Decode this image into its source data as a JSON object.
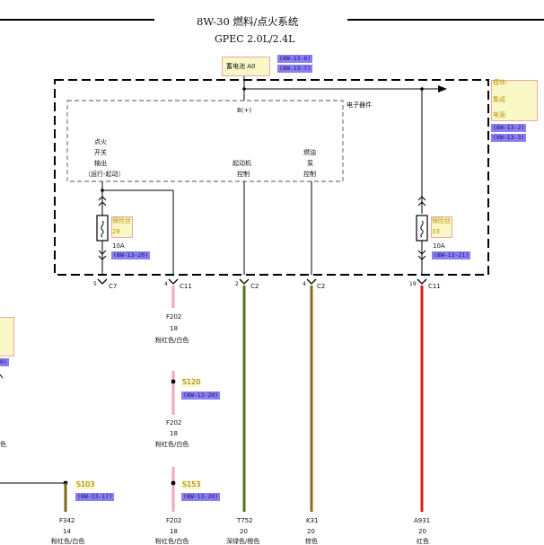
{
  "header": {
    "title": "8W-30 燃料/点火系统",
    "subtitle": "GPEC 2.0L/2.4L"
  },
  "battery": {
    "label": "蓄电池 A0",
    "refs": [
      "(8W-13-6)",
      "(8W-13-7)"
    ]
  },
  "module": {
    "label_lines": [
      "模块-",
      "集成",
      "电源"
    ],
    "refs": [
      "(8W-13-2)",
      "(8W-13-3)"
    ]
  },
  "electronic_box": {
    "title": "电子器件",
    "bplus": "B(+)",
    "ignition_lines": [
      "点火",
      "开关",
      "输出",
      "（运行-起动）"
    ],
    "starter_lines": [
      "起动机",
      "控制"
    ],
    "fuel_pump_lines": [
      "燃油",
      "泵",
      "控制"
    ]
  },
  "fuses": [
    {
      "label_lines": [
        "保险丝",
        "28"
      ],
      "rating": "10A",
      "ref": "(8W-13-20)"
    },
    {
      "label_lines": [
        "保险丝",
        "33"
      ],
      "rating": "10A",
      "ref": "(8W-13-21)"
    }
  ],
  "connectors": [
    {
      "pin": "5",
      "name": "C7"
    },
    {
      "pin": "4",
      "name": "C11"
    },
    {
      "pin": "2",
      "name": "C2"
    },
    {
      "pin": "4",
      "name": "C2"
    },
    {
      "pin": "19",
      "name": "C11"
    }
  ],
  "wire_f202": {
    "circuit": "F202",
    "gauge": "18",
    "color": "粉红色/白色",
    "circuit2": "F202",
    "gauge2": "18",
    "color2": "粉红色/白色",
    "circuit3": "F202",
    "gauge3": "18",
    "color3": "粉红色/白色"
  },
  "splices": [
    {
      "name": "S120",
      "ref": "(8W-13-20)"
    },
    {
      "name": "S153",
      "ref": "(8W-13-20)"
    },
    {
      "name": "S103",
      "ref": "(8W-13-17)"
    }
  ],
  "wire_bottom": [
    {
      "circuit": "F342",
      "gauge": "14",
      "color": "粉红色/白色"
    },
    {
      "circuit": "T752",
      "gauge": "20",
      "color": "深绿色/橙色"
    },
    {
      "circuit": "K31",
      "gauge": "20",
      "color": "棕色"
    },
    {
      "circuit": "A931",
      "gauge": "20",
      "color": "红色"
    }
  ],
  "left_edge": {
    "ref_tail": "0)",
    "color_tail": "色"
  },
  "wire_colors": {
    "pink": "#f4a6b6",
    "green": "#4a7a18",
    "brown": "#8a6a1e",
    "red": "#dd1a1a",
    "olive": "#7a6a1a",
    "ref_bg": "#8a7ff0",
    "highlight_bg": "#fbf8c8"
  }
}
